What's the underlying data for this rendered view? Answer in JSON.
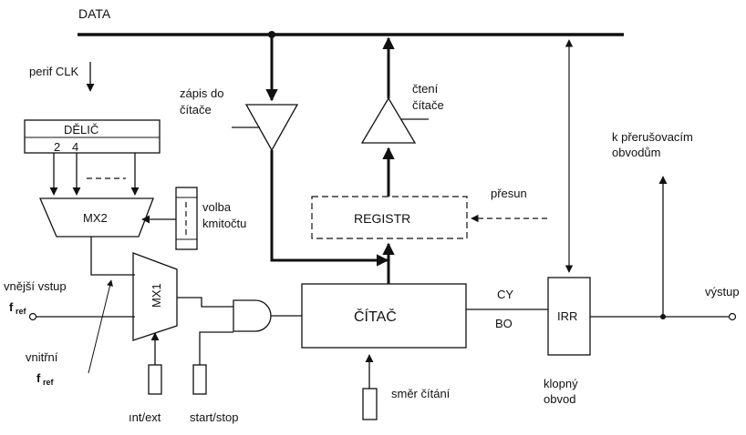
{
  "labels": {
    "data_bus": "DATA",
    "perif_clk": "perif  CLK",
    "delic": "DĚLIČ",
    "delic_out_2": "2",
    "delic_out_4": "4",
    "mx2": "MX2",
    "volba_line1": "volba",
    "volba_line2": "kmitočtu",
    "mx1": "MX1",
    "vnejsi_vstup": "vnější vstup",
    "f_ref": "f",
    "ref_sub": "ref",
    "vnitrni": "vnitřní",
    "vnitrni_f": "f",
    "vnitrni_ref_sub": "ref",
    "int_ext": "ınt/ext",
    "start_stop": "start/stop",
    "zapis_line1": "zápis do",
    "zapis_line2": "čítače",
    "cteni_line1": "čtení",
    "cteni_line2": "čítače",
    "registr": "REGISTR",
    "presun": "přesun",
    "citac": "ČÍTAČ",
    "cy": "CY",
    "bo": "BO",
    "smer_citani": "směr čítání",
    "irr": "IRR",
    "klopny_line1": "klopný",
    "klopny_line2": "obvod",
    "preruseni_line1": "k přerušovacím",
    "preruseni_line2": "obvodům",
    "vystup": "výstup"
  },
  "colors": {
    "ink": "#111111",
    "background": "#ffffff"
  }
}
